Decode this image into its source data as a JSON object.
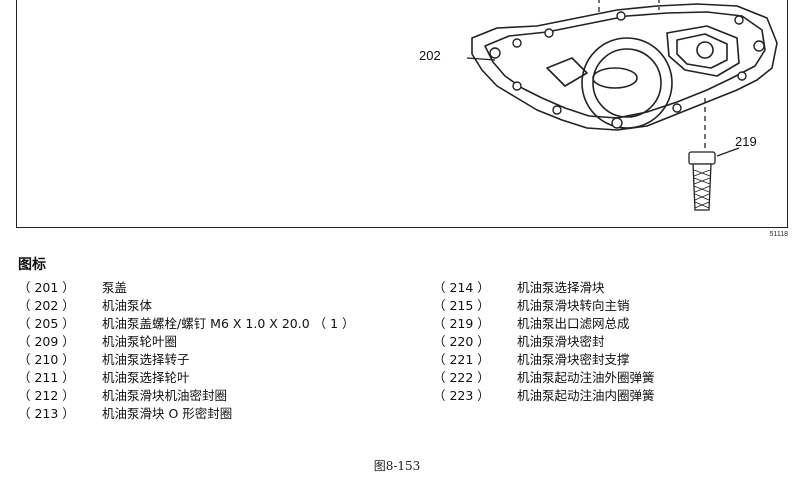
{
  "figure": {
    "callouts": {
      "c202": "202",
      "c219": "219"
    },
    "code": "51118"
  },
  "legend": {
    "title": "图标",
    "left": [
      {
        "num": "（ 201 ）",
        "desc": "泵盖"
      },
      {
        "num": "（ 202 ）",
        "desc": "机油泵体"
      },
      {
        "num": "（ 205 ）",
        "desc": "机油泵盖螺栓/螺钉 M6 X 1.0 X 20.0 （ 1 ）"
      },
      {
        "num": "（ 209 ）",
        "desc": "机油泵轮叶圈"
      },
      {
        "num": "（ 210 ）",
        "desc": "机油泵选择转子"
      },
      {
        "num": "（ 211 ）",
        "desc": "机油泵选择轮叶"
      },
      {
        "num": "（ 212 ）",
        "desc": "机油泵滑块机油密封圈"
      },
      {
        "num": "（ 213 ）",
        "desc": "机油泵滑块 O 形密封圈"
      }
    ],
    "right": [
      {
        "num": "（ 214 ）",
        "desc": "机油泵选择滑块"
      },
      {
        "num": "（ 215 ）",
        "desc": "机油泵滑块转向主销"
      },
      {
        "num": "（ 219 ）",
        "desc": "机油泵出口滤网总成"
      },
      {
        "num": "（ 220 ）",
        "desc": "机油泵滑块密封"
      },
      {
        "num": "（ 221 ）",
        "desc": "机油泵滑块密封支撑"
      },
      {
        "num": "（ 222 ）",
        "desc": "机油泵起动注油外圈弹簧"
      },
      {
        "num": "（ 223 ）",
        "desc": "机油泵起动注油内圈弹簧"
      }
    ]
  },
  "caption": "图8-153"
}
